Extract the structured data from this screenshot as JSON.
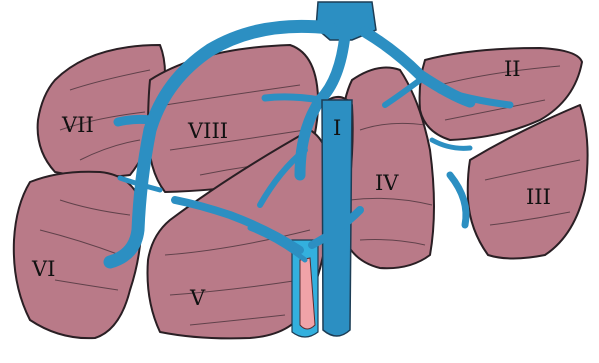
{
  "segments": [
    {
      "id": "VII",
      "label": "VII"
    },
    {
      "id": "VIII",
      "label": "VIII"
    },
    {
      "id": "I",
      "label": "I"
    },
    {
      "id": "IV",
      "label": "IV"
    },
    {
      "id": "II",
      "label": "II"
    },
    {
      "id": "III",
      "label": "III"
    },
    {
      "id": "VI",
      "label": "VI"
    },
    {
      "id": "V",
      "label": "V"
    }
  ],
  "colors": {
    "parenchyma": "#b97a88",
    "hepatic_vein": "#2c8fc2",
    "portal_vein": "#33b0de",
    "hepatic_artery": "#f0a3a8",
    "outline": "#2a1f24"
  }
}
